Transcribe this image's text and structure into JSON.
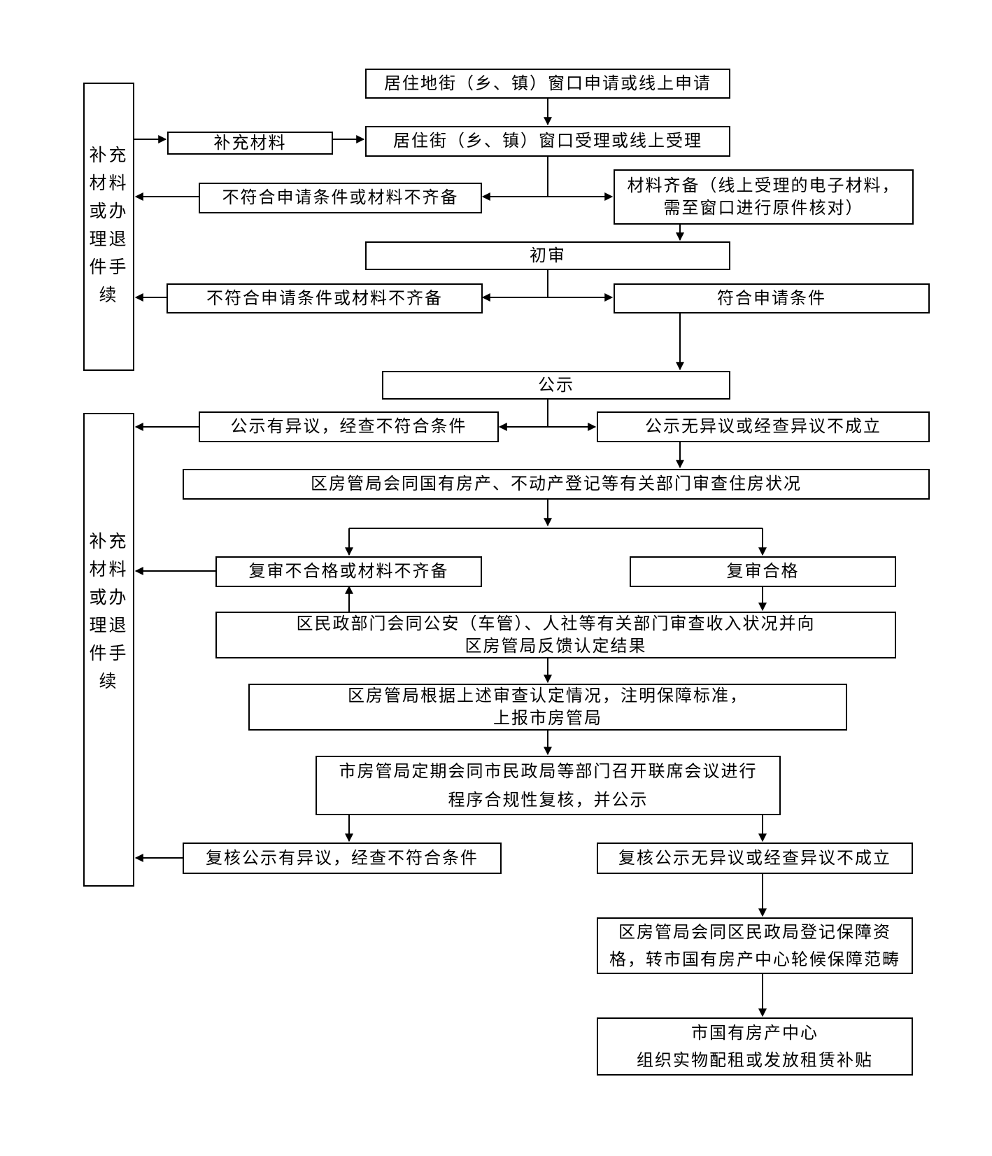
{
  "side_panels": [
    {
      "id": "side-top",
      "lines": [
        "补充",
        "材料",
        "或办",
        "理退",
        "件手",
        "续"
      ]
    },
    {
      "id": "side-bottom",
      "lines": [
        "补充",
        "材料",
        "或办",
        "理退",
        "件手",
        "续"
      ]
    }
  ],
  "steps": {
    "apply": {
      "lines": [
        "居住地街（乡、镇）窗口申请或线上申请"
      ]
    },
    "supplement": {
      "lines": [
        "补充材料"
      ]
    },
    "accept": {
      "lines": [
        "居住街（乡、镇）窗口受理或线上受理"
      ]
    },
    "reject1": {
      "lines": [
        "不符合申请条件或材料不齐备"
      ]
    },
    "complete": {
      "lines": [
        "材料齐备（线上受理的电子材料，",
        "需至窗口进行原件核对）"
      ]
    },
    "first_review": {
      "lines": [
        "初审"
      ]
    },
    "reject2": {
      "lines": [
        "不符合申请条件或材料不齐备"
      ]
    },
    "qualified": {
      "lines": [
        "符合申请条件"
      ]
    },
    "publicity": {
      "lines": [
        "公示"
      ]
    },
    "objection": {
      "lines": [
        "公示有异议，经查不符合条件"
      ]
    },
    "no_objection": {
      "lines": [
        "公示无异议或经查异议不成立"
      ]
    },
    "housing_check": {
      "lines": [
        "区房管局会同国有房产、不动产登记等有关部门审查住房状况"
      ]
    },
    "recheck_fail": {
      "lines": [
        "复审不合格或材料不齐备"
      ]
    },
    "recheck_pass": {
      "lines": [
        "复审合格"
      ]
    },
    "income_check": {
      "lines": [
        "区民政部门会同公安（车管）、人社等有关部门审查收入状况并向",
        "区房管局反馈认定结果"
      ]
    },
    "report": {
      "lines": [
        "区房管局根据上述审查认定情况，注明保障标准，",
        "上报市房管局"
      ]
    },
    "joint_meeting": {
      "lines": [
        "市房管局定期会同市民政局等部门召开联席会议进行",
        "程序合规性复核，并公示"
      ]
    },
    "review_objection": {
      "lines": [
        "复核公示有异议，经查不符合条件"
      ]
    },
    "review_no_objection": {
      "lines": [
        "复核公示无异议或经查异议不成立"
      ]
    },
    "register": {
      "lines": [
        "区房管局会同区民政局登记保障资",
        "格，转市国有房产中心轮候保障范畴"
      ]
    },
    "allocate": {
      "lines": [
        "市国有房产中心",
        "组织实物配租或发放租赁补贴"
      ]
    }
  },
  "colors": {
    "stroke": "#000000",
    "background": "#ffffff"
  }
}
